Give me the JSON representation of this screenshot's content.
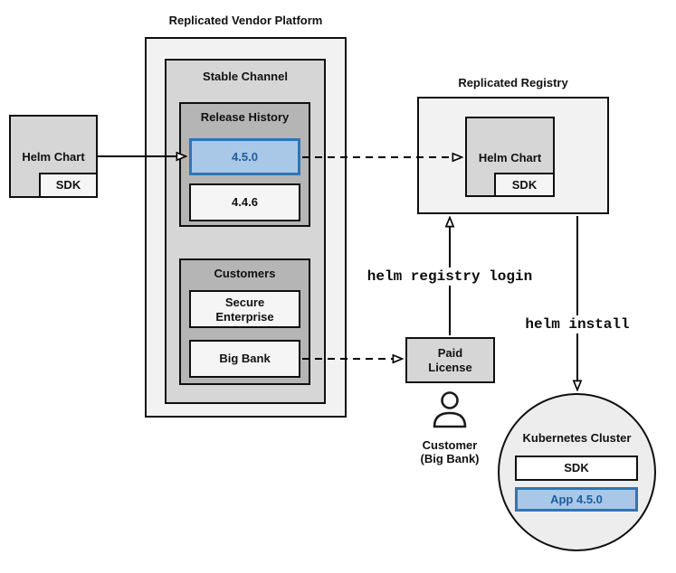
{
  "colors": {
    "highlight_fill": "#A9C7E7",
    "highlight_border": "#2E75B6",
    "highlight_text": "#1C5E9E",
    "container_lightest": "#F2F2F2",
    "container_mid": "#D6D6D6",
    "container_dark": "#B5B5B5",
    "box_offwhite": "#F5F5F5",
    "stroke": "#000000"
  },
  "platform": {
    "title": "Replicated Vendor Platform",
    "stable_channel": {
      "title": "Stable Channel",
      "release_history": {
        "title": "Release History",
        "releases": [
          {
            "version": "4.5.0",
            "highlighted": true
          },
          {
            "version": "4.4.6",
            "highlighted": false
          }
        ]
      },
      "customers": {
        "title": "Customers",
        "items": [
          {
            "lines": [
              "Secure",
              "Enterprise"
            ]
          },
          {
            "lines": [
              "Big Bank"
            ]
          }
        ]
      }
    }
  },
  "vendor_helm_chart": {
    "label": "Helm Chart",
    "sdk": "SDK"
  },
  "registry": {
    "title": "Replicated Registry",
    "helm_chart": {
      "label": "Helm Chart",
      "sdk": "SDK"
    }
  },
  "paid_license": {
    "lines": [
      "Paid",
      "License"
    ]
  },
  "customer": {
    "lines": [
      "Customer",
      "(Big Bank)"
    ]
  },
  "cluster": {
    "title": "Kubernetes Cluster",
    "sdk": "SDK",
    "app": "App 4.5.0"
  },
  "commands": {
    "registry_login": "helm registry login",
    "install": "helm install"
  }
}
